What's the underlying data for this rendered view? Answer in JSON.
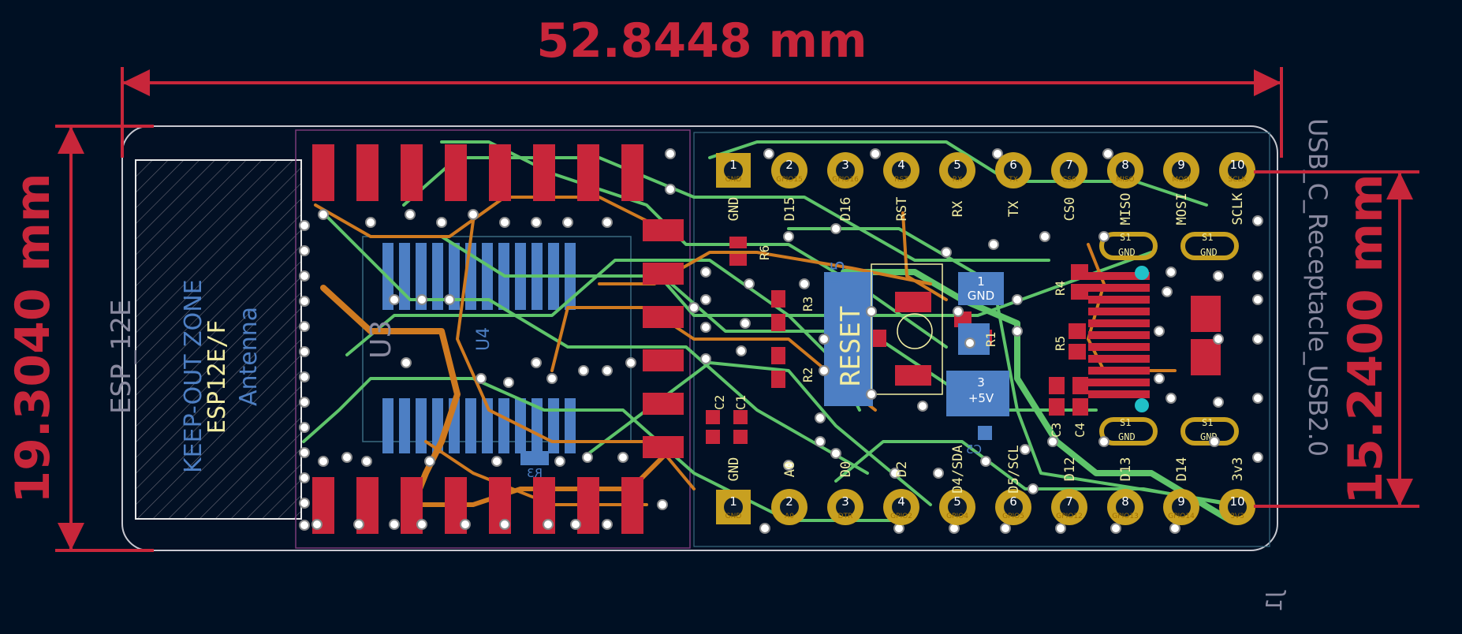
{
  "dimensions": {
    "width": "52.8448 mm",
    "height": "19.3040 mm",
    "pin_span": "15.2400 mm"
  },
  "labels": {
    "esp_module": "ESP_12E",
    "keepout": "KEEP-OUT ZONE",
    "antenna": "Antenna",
    "esp_ref": "ESP12E/F",
    "u3": "U3",
    "usb_connector": "USB_C_Receptacle_USB2.0",
    "usb_ref": "J1",
    "reset": "RESET",
    "u5": "U5",
    "u4": "U4"
  },
  "top_header": {
    "pins": [
      {
        "num": "1",
        "label": "GND",
        "pad": "GND"
      },
      {
        "num": "2",
        "label": "D15",
        "pad": "GPIO15"
      },
      {
        "num": "3",
        "label": "D16",
        "pad": "GPIO16"
      },
      {
        "num": "4",
        "label": "RST",
        "pad": "RST"
      },
      {
        "num": "5",
        "label": "RX",
        "pad": "RX"
      },
      {
        "num": "6",
        "label": "TX",
        "pad": "TX"
      },
      {
        "num": "7",
        "label": "CS0",
        "pad": "CS0"
      },
      {
        "num": "8",
        "label": "MISO",
        "pad": "MISO"
      },
      {
        "num": "9",
        "label": "MOSI",
        "pad": "MOSI"
      },
      {
        "num": "10",
        "label": "SCLK",
        "pad": "SCLK"
      }
    ]
  },
  "bottom_header": {
    "pins": [
      {
        "num": "1",
        "label": "GND",
        "pad": "GND"
      },
      {
        "num": "2",
        "label": "A0",
        "pad": "A0"
      },
      {
        "num": "3",
        "label": "D0",
        "pad": "DTR"
      },
      {
        "num": "4",
        "label": "D2",
        "pad": "GPIO2"
      },
      {
        "num": "5",
        "label": "D4/SDA",
        "pad": "GPIO4"
      },
      {
        "num": "6",
        "label": "D5/SCL",
        "pad": "GPIO5"
      },
      {
        "num": "7",
        "label": "D12",
        "pad": "GPIO12"
      },
      {
        "num": "8",
        "label": "D13",
        "pad": "GPIO13"
      },
      {
        "num": "9",
        "label": "D14",
        "pad": "GPIO14"
      },
      {
        "num": "10",
        "label": "3v3",
        "pad": "3V3"
      }
    ]
  },
  "components": {
    "r1": "R1",
    "r2": "R2",
    "r3": "R3",
    "r4": "R4",
    "r5": "R5",
    "r6": "R6",
    "c1": "C1",
    "c2": "C2",
    "c3": "C3",
    "c4": "C4",
    "c5": "C5",
    "reg_pin1": "1",
    "reg_gnd": "GND",
    "reg_pin3": "3",
    "reg_5v": "+5V",
    "usb_s1": "S1",
    "usb_gnd": "GND"
  },
  "colors": {
    "background": "#001023",
    "copper_front": "#c8263a",
    "copper_back": "#4d7fc4",
    "trace_green": "#5ec46a",
    "trace_orange": "#d07a20",
    "silkscreen": "#f2eda1",
    "pad_gold": "#c8a020"
  }
}
